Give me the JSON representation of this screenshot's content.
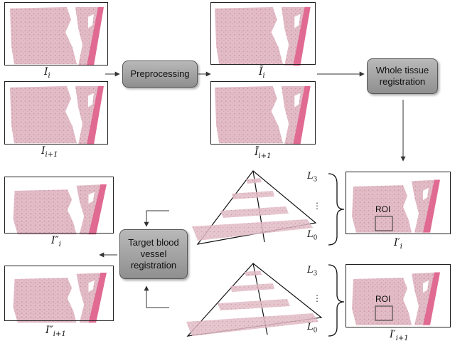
{
  "labels": {
    "img_i": "I",
    "img_i_sub": "i",
    "img_i1": "I",
    "img_i1_sub": "i+1",
    "pre_i": "Ĩ",
    "pre_i_sub": "i",
    "pre_i1": "Ĩ",
    "pre_i1_sub": "i+1",
    "reg_i": "I′",
    "reg_i_sub": "i",
    "reg_i1": "I′",
    "reg_i1_sub": "i+1",
    "out_i": "I″",
    "out_i_sub": "i",
    "out_i1": "I″",
    "out_i1_sub": "i+1"
  },
  "boxes": {
    "preprocessing": "Preprocessing",
    "whole_tissue": "Whole tissue registration",
    "target_vessel": "Target blood vessel registration"
  },
  "roi": "ROI",
  "levels": {
    "top": "L",
    "top_sub": "3",
    "bottom": "L",
    "bottom_sub": "0",
    "dots": "⋮"
  },
  "colors": {
    "tissue": "#ddb3bf",
    "tissue_dark": "#c98ea0",
    "band": "#e0608a",
    "box_fill": "#a6a6a6"
  }
}
